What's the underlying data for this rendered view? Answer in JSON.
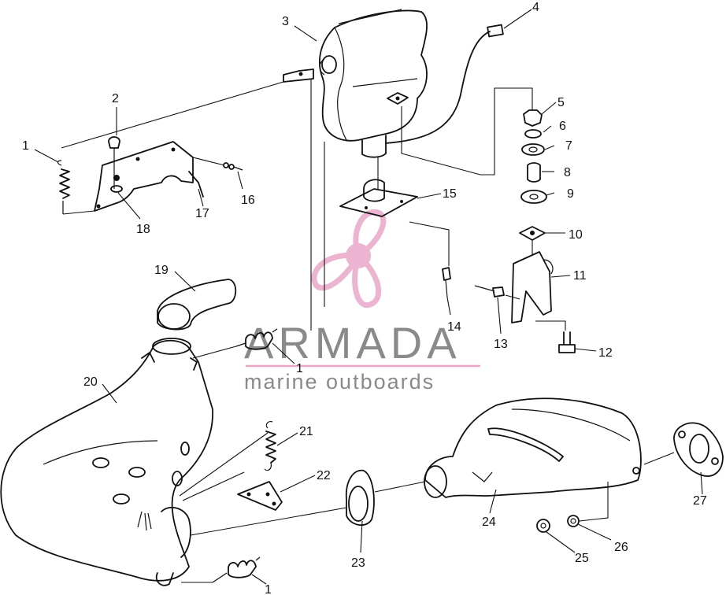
{
  "watermark": {
    "brand": "ARMADA",
    "tagline": "marine outboards",
    "logo_color": "#e9a8c8",
    "text_color": "#8a8a8a",
    "logo_icon": "propeller-icon"
  },
  "callouts": [
    {
      "id": "c1a",
      "text": "1"
    },
    {
      "id": "c2",
      "text": "2"
    },
    {
      "id": "c3",
      "text": "3"
    },
    {
      "id": "c4",
      "text": "4"
    },
    {
      "id": "c5",
      "text": "5"
    },
    {
      "id": "c6",
      "text": "6"
    },
    {
      "id": "c7",
      "text": "7"
    },
    {
      "id": "c8",
      "text": "8"
    },
    {
      "id": "c9",
      "text": "9"
    },
    {
      "id": "c10",
      "text": "10"
    },
    {
      "id": "c11",
      "text": "11"
    },
    {
      "id": "c12",
      "text": "12"
    },
    {
      "id": "c13",
      "text": "13"
    },
    {
      "id": "c14",
      "text": "14"
    },
    {
      "id": "c15",
      "text": "15"
    },
    {
      "id": "c16",
      "text": "16"
    },
    {
      "id": "c17",
      "text": "17"
    },
    {
      "id": "c18",
      "text": "18"
    },
    {
      "id": "c19",
      "text": "19"
    },
    {
      "id": "c1b",
      "text": "1"
    },
    {
      "id": "c20",
      "text": "20"
    },
    {
      "id": "c21",
      "text": "21"
    },
    {
      "id": "c22",
      "text": "22"
    },
    {
      "id": "c23",
      "text": "23"
    },
    {
      "id": "c24",
      "text": "24"
    },
    {
      "id": "c25",
      "text": "25"
    },
    {
      "id": "c26",
      "text": "26"
    },
    {
      "id": "c27",
      "text": "27"
    },
    {
      "id": "c1c",
      "text": "1"
    }
  ]
}
